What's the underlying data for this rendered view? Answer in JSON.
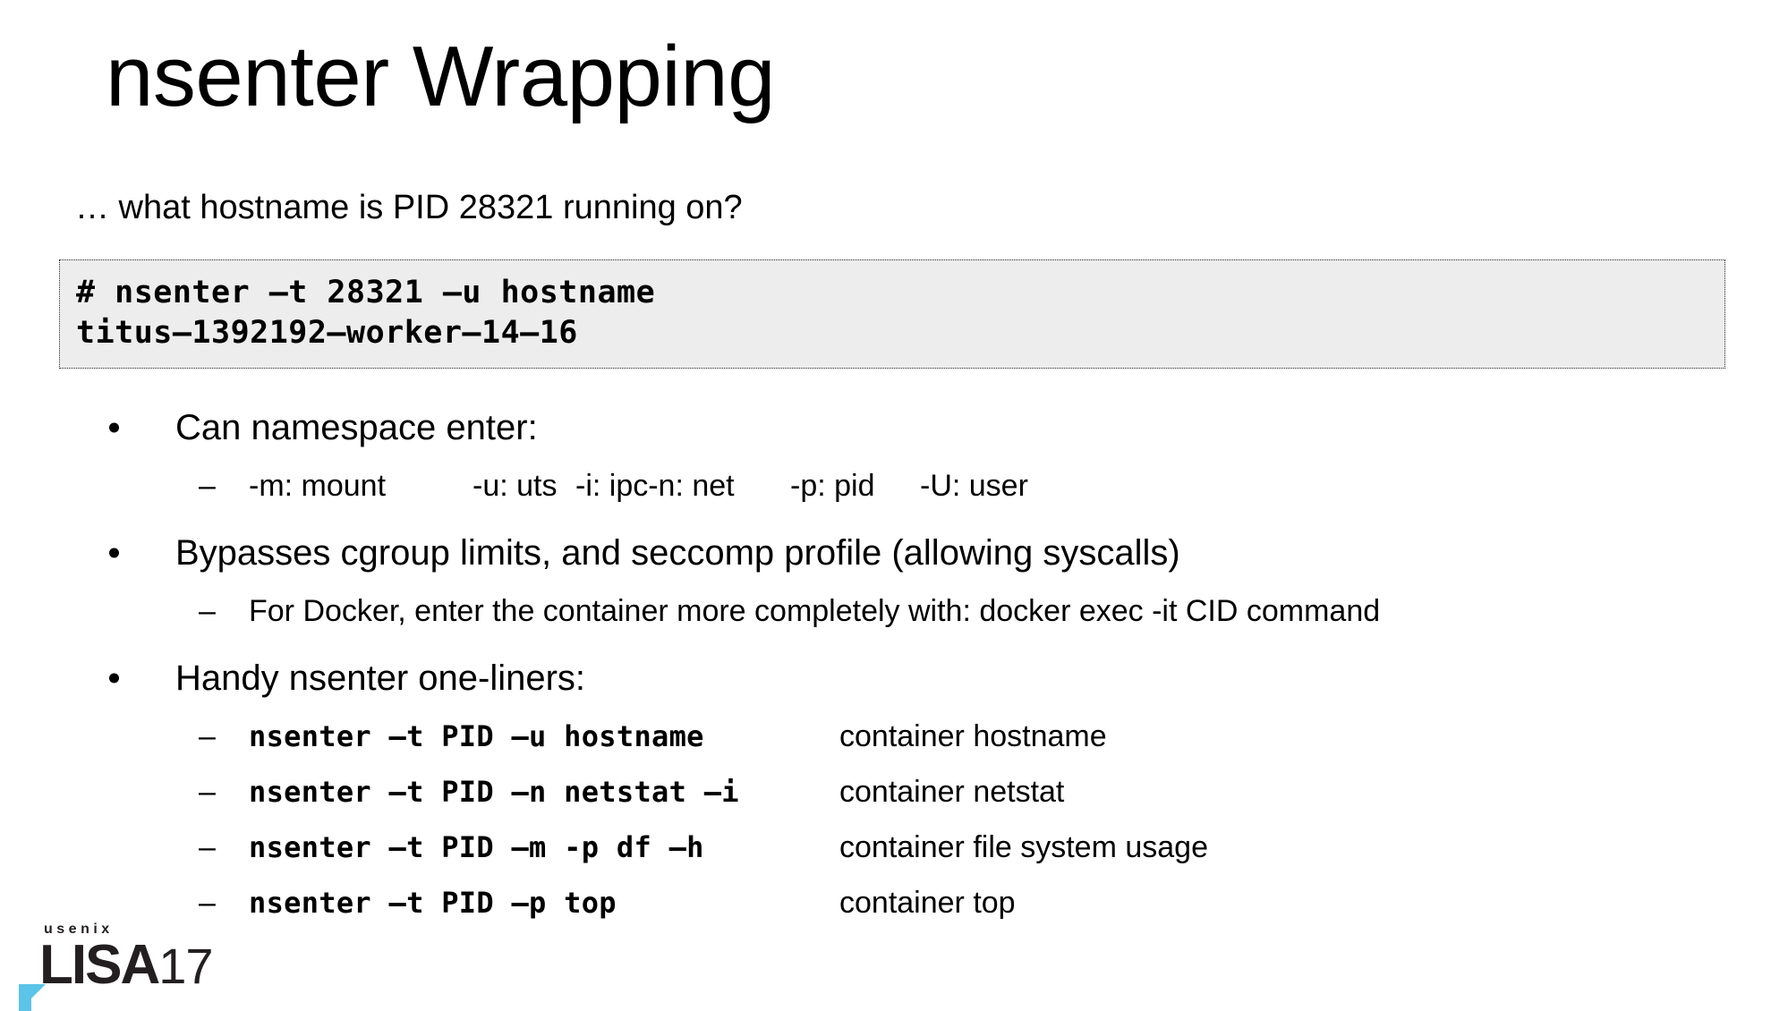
{
  "slide": {
    "title": "nsenter Wrapping",
    "lead_line": "… what hostname is PID 28321 running on?",
    "code_block": {
      "command": "# nsenter –t 28321 –u hostname",
      "output": "titus–1392192–worker–14–16"
    },
    "bullets": [
      {
        "level": 1,
        "text": "Can namespace enter:",
        "sub": [
          {
            "level": 2,
            "type": "options",
            "options": [
              "-m: mount",
              "-u: uts",
              "-i: ipc-n: net",
              "-p: pid",
              "-U: user"
            ]
          }
        ]
      },
      {
        "level": 1,
        "text": "Bypasses cgroup limits, and seccomp profile (allowing syscalls)",
        "sub": [
          {
            "level": 2,
            "type": "text",
            "text": "For Docker, enter the container more completely with: docker exec -it CID command"
          }
        ]
      },
      {
        "level": 1,
        "text": "Handy nsenter one-liners:",
        "sub": [
          {
            "level": 2,
            "type": "cmd",
            "cmd": "nsenter –t PID –u hostname",
            "desc": "container hostname"
          },
          {
            "level": 2,
            "type": "cmd",
            "cmd": "nsenter –t PID –n netstat –i",
            "desc": "container netstat"
          },
          {
            "level": 2,
            "type": "cmd",
            "cmd": "nsenter –t PID —m -p df –h",
            "desc": "container file system usage"
          },
          {
            "level": 2,
            "type": "cmd",
            "cmd": "nsenter –t PID –p top",
            "desc": "container top"
          }
        ]
      }
    ],
    "bullet_markers": {
      "level1": "•",
      "level2": "–"
    },
    "logo": {
      "usenix": "usenix",
      "lisa": "LISA",
      "year": "17",
      "accent_color": "#5bc4e8"
    },
    "colors": {
      "background": "#ffffff",
      "text": "#000000",
      "code_background": "#ededed",
      "code_border": "#2b2b2b"
    }
  }
}
